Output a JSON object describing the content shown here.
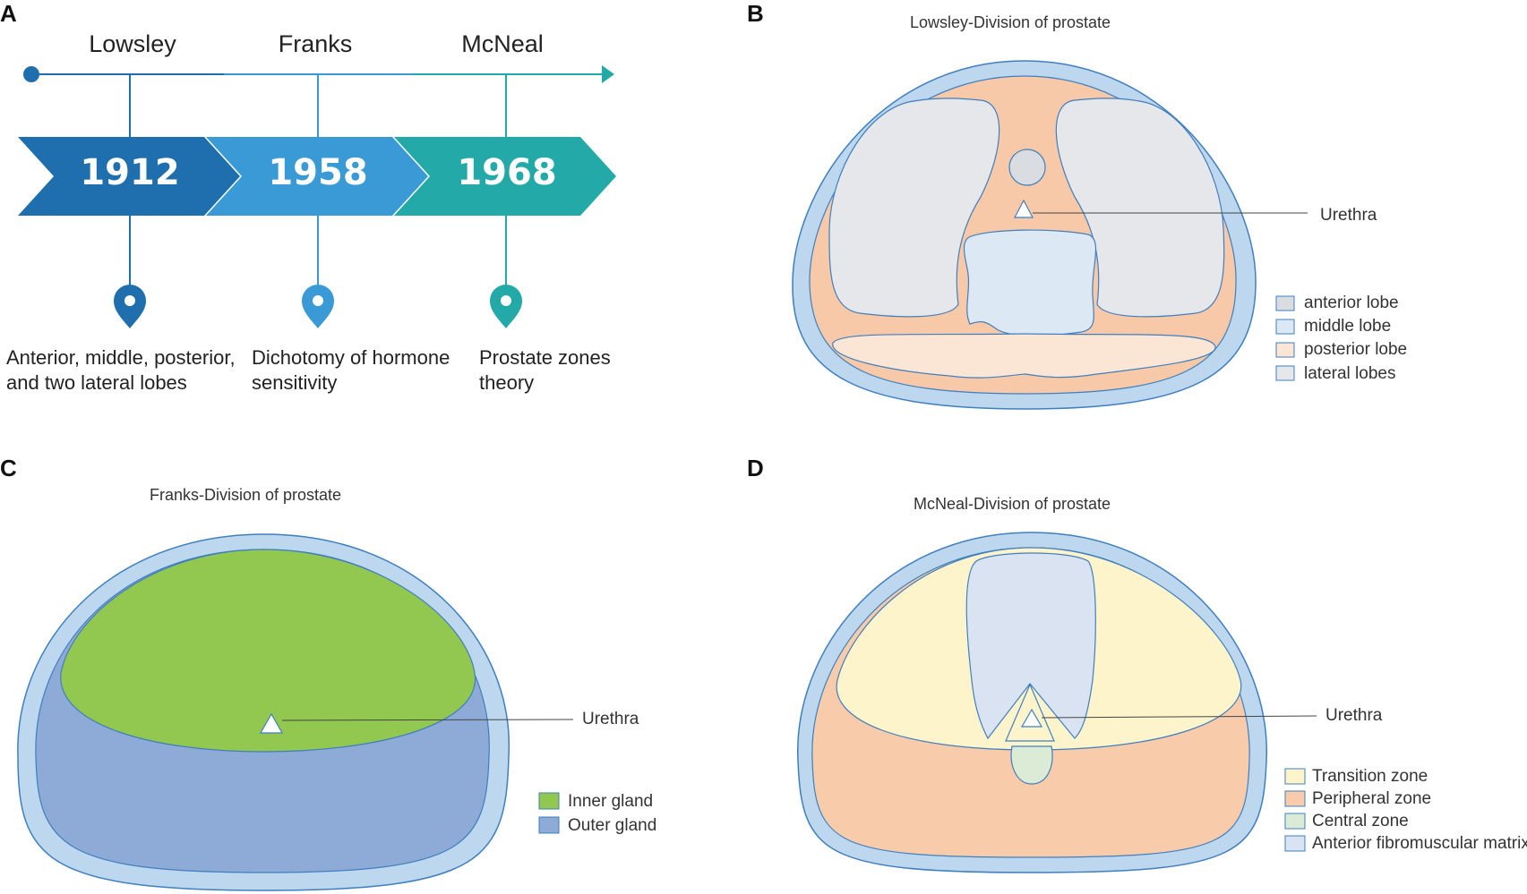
{
  "panelA": {
    "letter": "A",
    "timeline": [
      {
        "name": "Lowsley",
        "year": "1912",
        "desc_line1": "Anterior, middle, posterior,",
        "desc_line2": "and two lateral lobes",
        "color": "#1f6fae"
      },
      {
        "name": "Franks",
        "year": "1958",
        "desc_line1": "Dichotomy of  hormone",
        "desc_line2": "sensitivity",
        "color": "#3a9ad6"
      },
      {
        "name": "McNeal",
        "year": "1968",
        "desc_line1": "Prostate zones",
        "desc_line2": "theory",
        "color": "#22a9a8"
      }
    ]
  },
  "panelB": {
    "letter": "B",
    "title": "Lowsley-Division of prostate",
    "urethra": "Urethra",
    "legend": [
      {
        "label": "anterior lobe",
        "color": "#d9dce1"
      },
      {
        "label": "middle lobe",
        "color": "#dce9f5"
      },
      {
        "label": "posterior lobe",
        "color": "#fbe6d6"
      },
      {
        "label": "lateral lobes",
        "color": "#e6e7ea"
      }
    ]
  },
  "panelC": {
    "letter": "C",
    "title": "Franks-Division of prostate",
    "urethra": "Urethra",
    "legend": [
      {
        "label": "Inner gland",
        "color": "#92c850"
      },
      {
        "label": "Outer gland",
        "color": "#8eaad6"
      }
    ]
  },
  "panelD": {
    "letter": "D",
    "title": "McNeal-Division of prostate",
    "urethra": "Urethra",
    "legend": [
      {
        "label": "Transition zone",
        "color": "#fdf4cc"
      },
      {
        "label": "Peripheral zone",
        "color": "#f8cbab"
      },
      {
        "label": "Central zone",
        "color": "#dcebd6"
      },
      {
        "label": "Anterior fibromuscular matrix",
        "color": "#d9e3f1"
      }
    ]
  }
}
